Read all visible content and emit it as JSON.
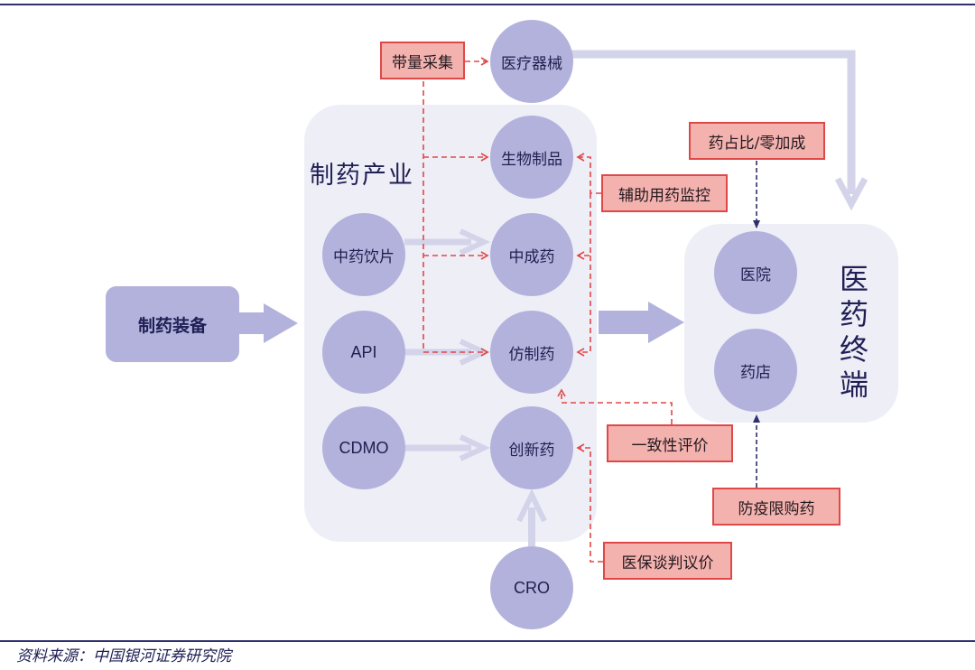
{
  "section_title": "制药产业",
  "terminal_title": "医药终端",
  "equipment": "制药装备",
  "nodes": {
    "medical_devices": "医疗器械",
    "biologics": "生物制品",
    "tcm_pieces": "中药饮片",
    "proprietary_cm": "中成药",
    "api": "API",
    "generics": "仿制药",
    "cdmo": "CDMO",
    "innovative": "创新药",
    "cro": "CRO",
    "hospital": "医院",
    "pharmacy": "药店"
  },
  "policies": {
    "vbp": "带量采集",
    "drug_ratio": "药占比/零加成",
    "adjuvant": "辅助用药监控",
    "consistency": "一致性评价",
    "limit_purchase": "防疫限购药",
    "nrdl": "医保谈判议价"
  },
  "source": "资料来源：中国银河证券研究院",
  "colors": {
    "node": "#b3b2dd",
    "panel": "#eeeef7",
    "arrow": "#d3d3ea",
    "policy_fill": "#f4b2ae",
    "policy_line": "#e04848",
    "dark": "#2f2f6b"
  }
}
